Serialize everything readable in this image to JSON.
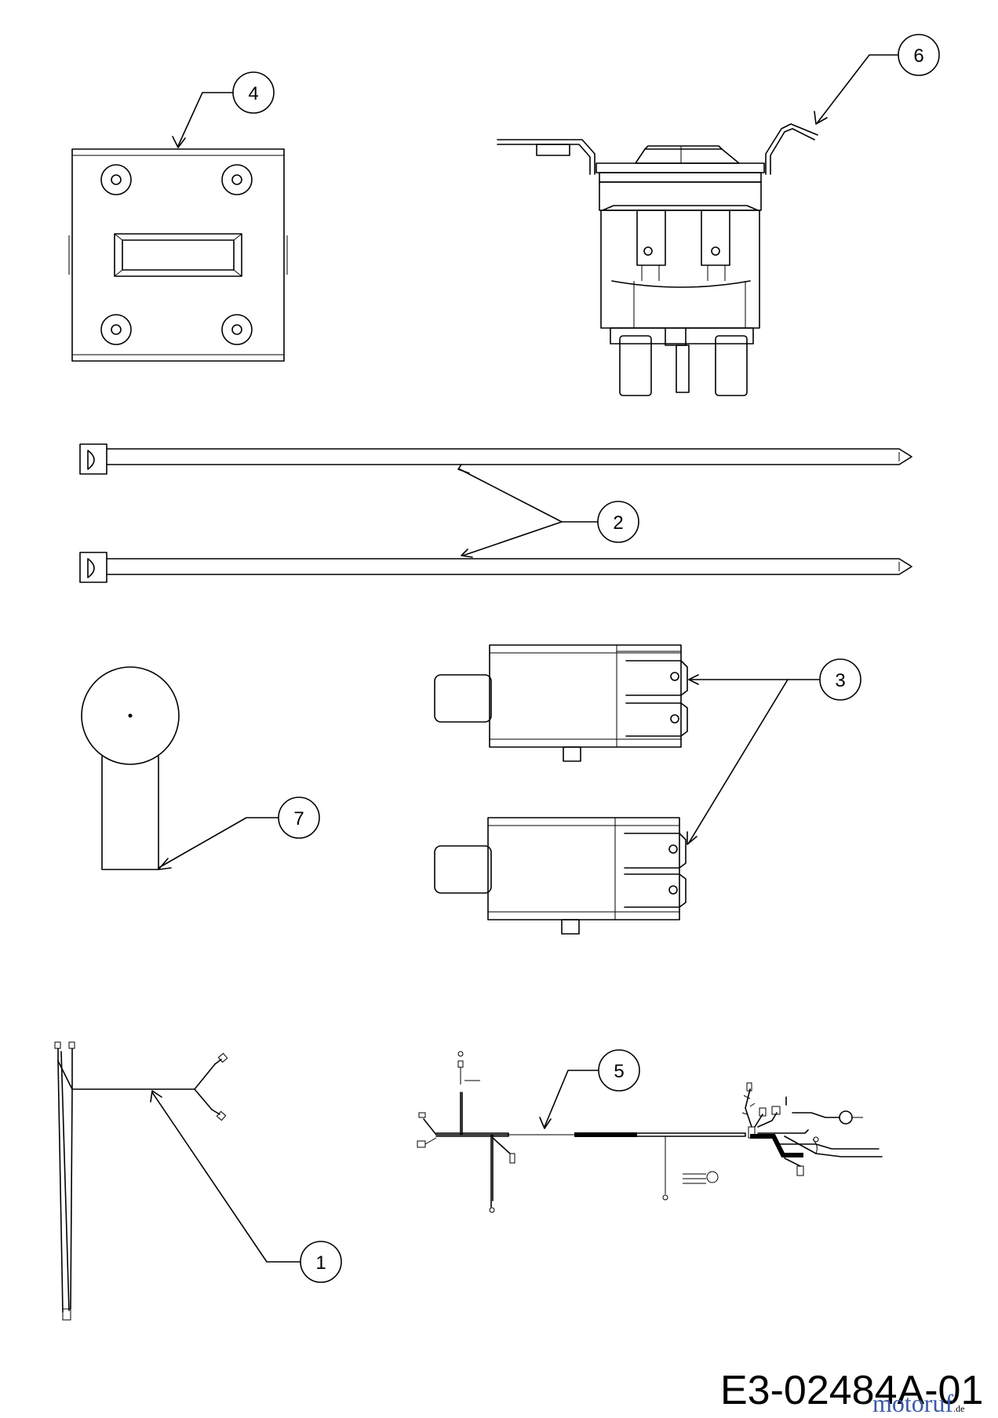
{
  "document_id": "E3-02484A-01",
  "watermark": {
    "brand": "motoruf",
    "suffix": ".de",
    "brand_color": "#3a5aa8"
  },
  "callouts": [
    {
      "id": "1",
      "label": "1",
      "part": "short-wire-harness"
    },
    {
      "id": "2",
      "label": "2",
      "part": "cable-tie"
    },
    {
      "id": "3",
      "label": "3",
      "part": "plunger-switch"
    },
    {
      "id": "4",
      "label": "4",
      "part": "key-switch-plate"
    },
    {
      "id": "5",
      "label": "5",
      "part": "main-wire-harness"
    },
    {
      "id": "6",
      "label": "6",
      "part": "solenoid"
    },
    {
      "id": "7",
      "label": "7",
      "part": "fuse-holder"
    }
  ]
}
